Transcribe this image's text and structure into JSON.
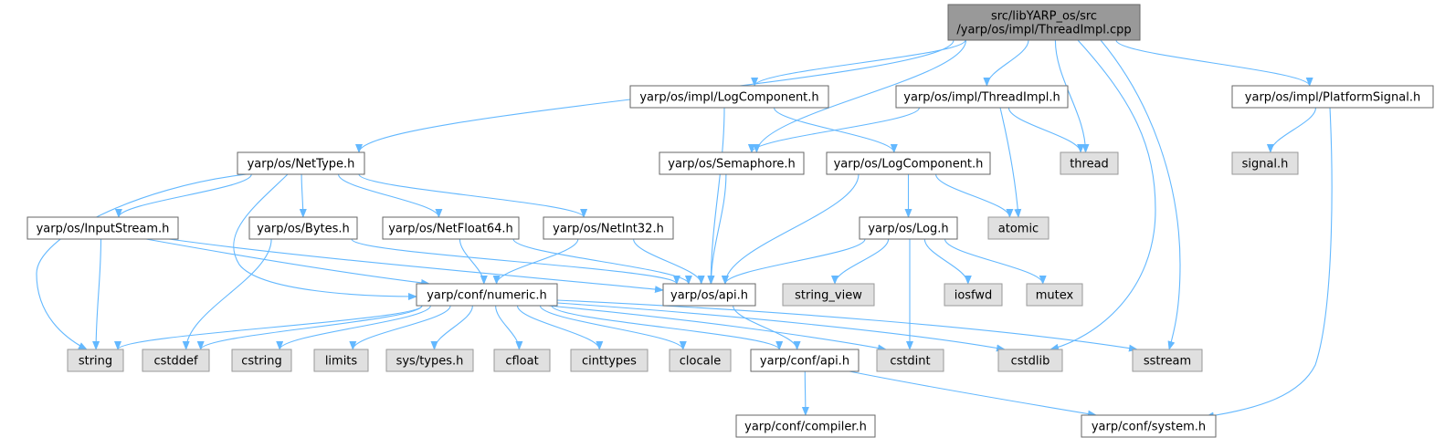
{
  "diagram": {
    "colors": {
      "root_fill": "#999999",
      "root_stroke": "#666666",
      "node_fill": "#ffffff",
      "node_stroke": "#666666",
      "system_fill": "#e0e0e0",
      "system_stroke": "#999999",
      "edge": "#63b8ff",
      "text": "#000000"
    },
    "nodes": [
      {
        "id": "root",
        "kind": "root",
        "lines": [
          "src/libYARP_os/src",
          "/yarp/os/impl/ThreadImpl.cpp"
        ]
      },
      {
        "id": "logcomponent_impl",
        "kind": "header",
        "lines": [
          "yarp/os/impl/LogComponent.h"
        ]
      },
      {
        "id": "threadimpl_h",
        "kind": "header",
        "lines": [
          "yarp/os/impl/ThreadImpl.h"
        ]
      },
      {
        "id": "platformsignal",
        "kind": "header",
        "lines": [
          "yarp/os/impl/PlatformSignal.h"
        ]
      },
      {
        "id": "nettype",
        "kind": "header",
        "lines": [
          "yarp/os/NetType.h"
        ]
      },
      {
        "id": "semaphore",
        "kind": "header",
        "lines": [
          "yarp/os/Semaphore.h"
        ]
      },
      {
        "id": "logcomponent",
        "kind": "header",
        "lines": [
          "yarp/os/LogComponent.h"
        ]
      },
      {
        "id": "thread",
        "kind": "system",
        "lines": [
          "thread"
        ]
      },
      {
        "id": "signal_h",
        "kind": "system",
        "lines": [
          "signal.h"
        ]
      },
      {
        "id": "inputstream",
        "kind": "header",
        "lines": [
          "yarp/os/InputStream.h"
        ]
      },
      {
        "id": "bytes",
        "kind": "header",
        "lines": [
          "yarp/os/Bytes.h"
        ]
      },
      {
        "id": "netfloat64",
        "kind": "header",
        "lines": [
          "yarp/os/NetFloat64.h"
        ]
      },
      {
        "id": "netint32",
        "kind": "header",
        "lines": [
          "yarp/os/NetInt32.h"
        ]
      },
      {
        "id": "log",
        "kind": "header",
        "lines": [
          "yarp/os/Log.h"
        ]
      },
      {
        "id": "atomic",
        "kind": "system",
        "lines": [
          "atomic"
        ]
      },
      {
        "id": "numeric",
        "kind": "header",
        "lines": [
          "yarp/conf/numeric.h"
        ]
      },
      {
        "id": "os_api",
        "kind": "header",
        "lines": [
          "yarp/os/api.h"
        ]
      },
      {
        "id": "string_view",
        "kind": "system",
        "lines": [
          "string_view"
        ]
      },
      {
        "id": "iosfwd",
        "kind": "system",
        "lines": [
          "iosfwd"
        ]
      },
      {
        "id": "mutex",
        "kind": "system",
        "lines": [
          "mutex"
        ]
      },
      {
        "id": "string",
        "kind": "system",
        "lines": [
          "string"
        ]
      },
      {
        "id": "cstddef",
        "kind": "system",
        "lines": [
          "cstddef"
        ]
      },
      {
        "id": "cstring",
        "kind": "system",
        "lines": [
          "cstring"
        ]
      },
      {
        "id": "limits",
        "kind": "system",
        "lines": [
          "limits"
        ]
      },
      {
        "id": "sys_types",
        "kind": "system",
        "lines": [
          "sys/types.h"
        ]
      },
      {
        "id": "cfloat",
        "kind": "system",
        "lines": [
          "cfloat"
        ]
      },
      {
        "id": "cinttypes",
        "kind": "system",
        "lines": [
          "cinttypes"
        ]
      },
      {
        "id": "clocale",
        "kind": "system",
        "lines": [
          "clocale"
        ]
      },
      {
        "id": "conf_api",
        "kind": "header",
        "lines": [
          "yarp/conf/api.h"
        ]
      },
      {
        "id": "cstdint",
        "kind": "system",
        "lines": [
          "cstdint"
        ]
      },
      {
        "id": "cstdlib",
        "kind": "system",
        "lines": [
          "cstdlib"
        ]
      },
      {
        "id": "sstream",
        "kind": "system",
        "lines": [
          "sstream"
        ]
      },
      {
        "id": "compiler",
        "kind": "header",
        "lines": [
          "yarp/conf/compiler.h"
        ]
      },
      {
        "id": "system",
        "kind": "header",
        "lines": [
          "yarp/conf/system.h"
        ]
      }
    ],
    "edges": [
      [
        "root",
        "nettype"
      ],
      [
        "root",
        "logcomponent_impl"
      ],
      [
        "root",
        "threadimpl_h"
      ],
      [
        "root",
        "semaphore"
      ],
      [
        "root",
        "thread"
      ],
      [
        "root",
        "cstdlib"
      ],
      [
        "root",
        "sstream"
      ],
      [
        "root",
        "platformsignal"
      ],
      [
        "logcomponent_impl",
        "os_api"
      ],
      [
        "logcomponent_impl",
        "logcomponent"
      ],
      [
        "threadimpl_h",
        "semaphore"
      ],
      [
        "threadimpl_h",
        "thread"
      ],
      [
        "threadimpl_h",
        "atomic"
      ],
      [
        "platformsignal",
        "signal_h"
      ],
      [
        "platformsignal",
        "system"
      ],
      [
        "nettype",
        "string"
      ],
      [
        "nettype",
        "inputstream"
      ],
      [
        "nettype",
        "numeric"
      ],
      [
        "nettype",
        "bytes"
      ],
      [
        "nettype",
        "netfloat64"
      ],
      [
        "nettype",
        "netint32"
      ],
      [
        "semaphore",
        "os_api"
      ],
      [
        "logcomponent",
        "os_api"
      ],
      [
        "logcomponent",
        "log"
      ],
      [
        "logcomponent",
        "atomic"
      ],
      [
        "inputstream",
        "string"
      ],
      [
        "inputstream",
        "numeric"
      ],
      [
        "inputstream",
        "os_api"
      ],
      [
        "bytes",
        "cstddef"
      ],
      [
        "bytes",
        "os_api"
      ],
      [
        "netfloat64",
        "numeric"
      ],
      [
        "netfloat64",
        "os_api"
      ],
      [
        "netint32",
        "numeric"
      ],
      [
        "netint32",
        "os_api"
      ],
      [
        "log",
        "os_api"
      ],
      [
        "log",
        "string_view"
      ],
      [
        "log",
        "cstdint"
      ],
      [
        "log",
        "iosfwd"
      ],
      [
        "log",
        "mutex"
      ],
      [
        "numeric",
        "string"
      ],
      [
        "numeric",
        "cstddef"
      ],
      [
        "numeric",
        "cstring"
      ],
      [
        "numeric",
        "limits"
      ],
      [
        "numeric",
        "sys_types"
      ],
      [
        "numeric",
        "cfloat"
      ],
      [
        "numeric",
        "cinttypes"
      ],
      [
        "numeric",
        "clocale"
      ],
      [
        "numeric",
        "conf_api"
      ],
      [
        "numeric",
        "cstdint"
      ],
      [
        "numeric",
        "cstdlib"
      ],
      [
        "numeric",
        "sstream"
      ],
      [
        "os_api",
        "conf_api"
      ],
      [
        "conf_api",
        "compiler"
      ],
      [
        "conf_api",
        "system"
      ]
    ]
  }
}
